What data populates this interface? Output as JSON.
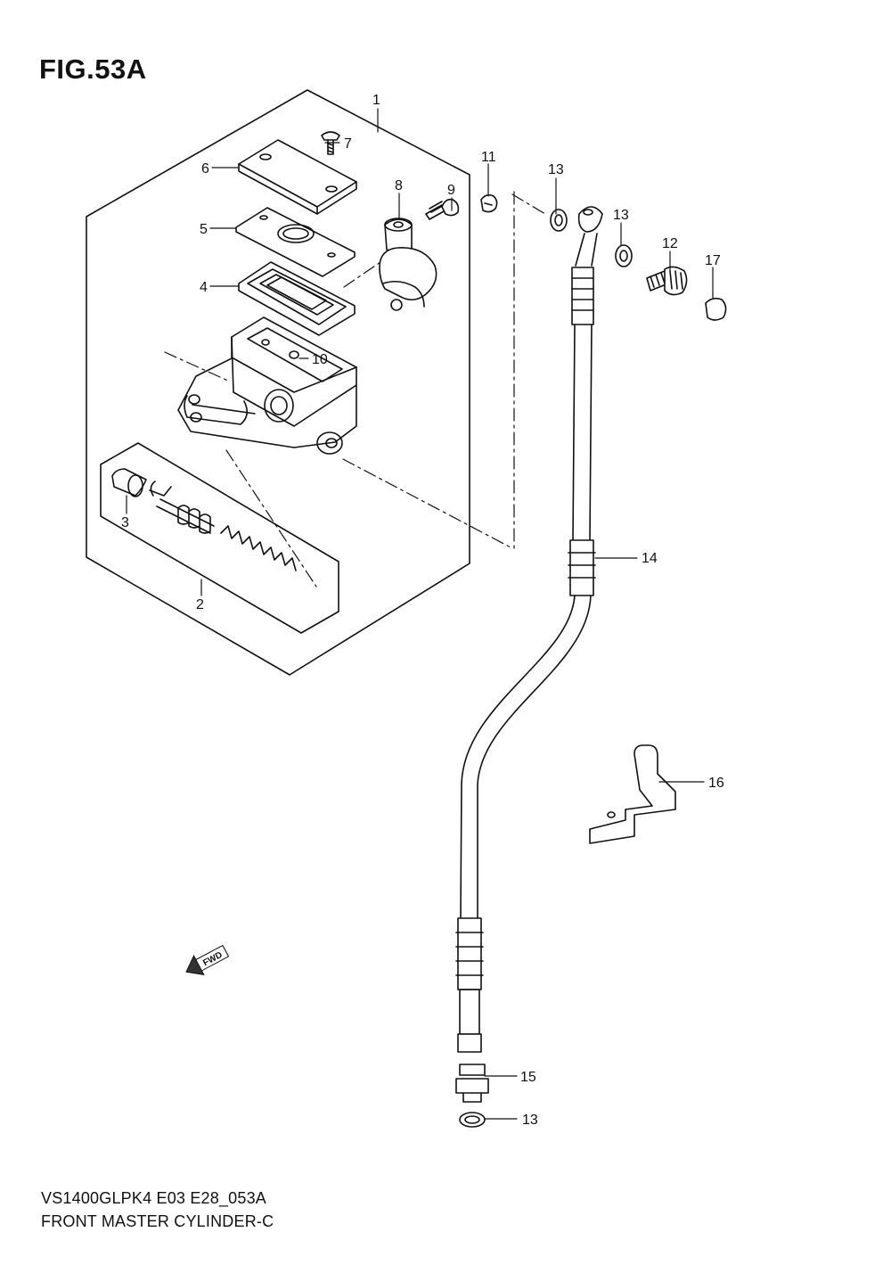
{
  "figure": {
    "title": "FIG.53A"
  },
  "callouts": {
    "p1": "1",
    "p2": "2",
    "p3": "3",
    "p4": "4",
    "p5": "5",
    "p6": "6",
    "p7": "7",
    "p8": "8",
    "p9": "9",
    "p10": "10",
    "p11": "11",
    "p12": "12",
    "p13a": "13",
    "p13b": "13",
    "p13c": "13",
    "p14": "14",
    "p15": "15",
    "p16": "16",
    "p17": "17"
  },
  "direction_badge": {
    "label": "FWD",
    "icon": "forward-arrow-icon"
  },
  "footer": {
    "model_code": "VS1400GLPK4 E03 E28_053A",
    "diagram_name": "FRONT MASTER CYLINDER-C"
  }
}
